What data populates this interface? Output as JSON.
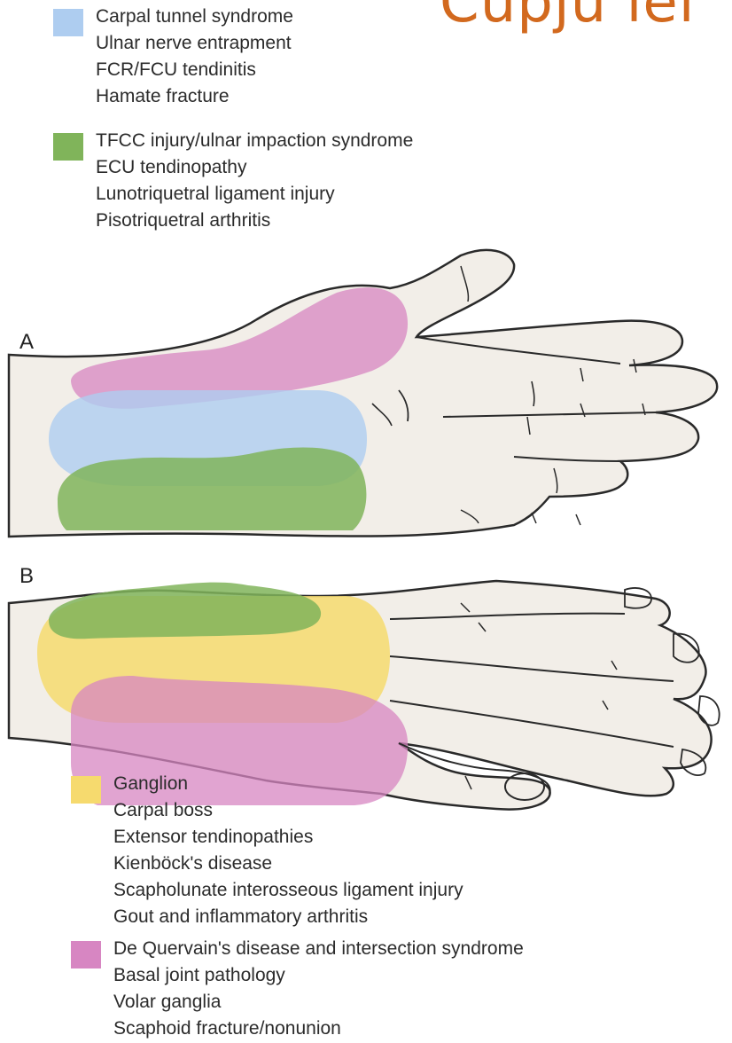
{
  "heading": "Cupju lei",
  "panel_labels": {
    "a": "A",
    "b": "B"
  },
  "colors": {
    "blue_zone": "#aecdf0",
    "green_zone": "#80b45a",
    "yellow_zone": "#f6da6e",
    "pink_zone": "#d786c2",
    "skin": "#f2eee8",
    "outline": "#2a2a2a"
  },
  "legend": [
    {
      "color": "blue",
      "items": [
        "Carpal  tunnel syndrome",
        "Ulnar nerve entrapment",
        "FCR/FCU tendinitis",
        "Hamate fracture"
      ]
    },
    {
      "color": "green",
      "items": [
        "TFCC injury/ulnar impaction syndrome",
        "ECU tendinopathy",
        "Lunotriquetral ligament injury",
        "Pisotriquetral arthritis"
      ]
    },
    {
      "color": "yellow",
      "items": [
        "Ganglion",
        "Carpal boss",
        "Extensor tendinopathies",
        "Kienböck's disease",
        "Scapholunate interosseous ligament injury",
        "Gout and inflammatory arthritis"
      ]
    },
    {
      "color": "pink",
      "items": [
        "De Quervain's disease and intersection syndrome",
        "Basal joint pathology",
        "Volar ganglia",
        "Scaphoid fracture/nonunion"
      ]
    }
  ]
}
